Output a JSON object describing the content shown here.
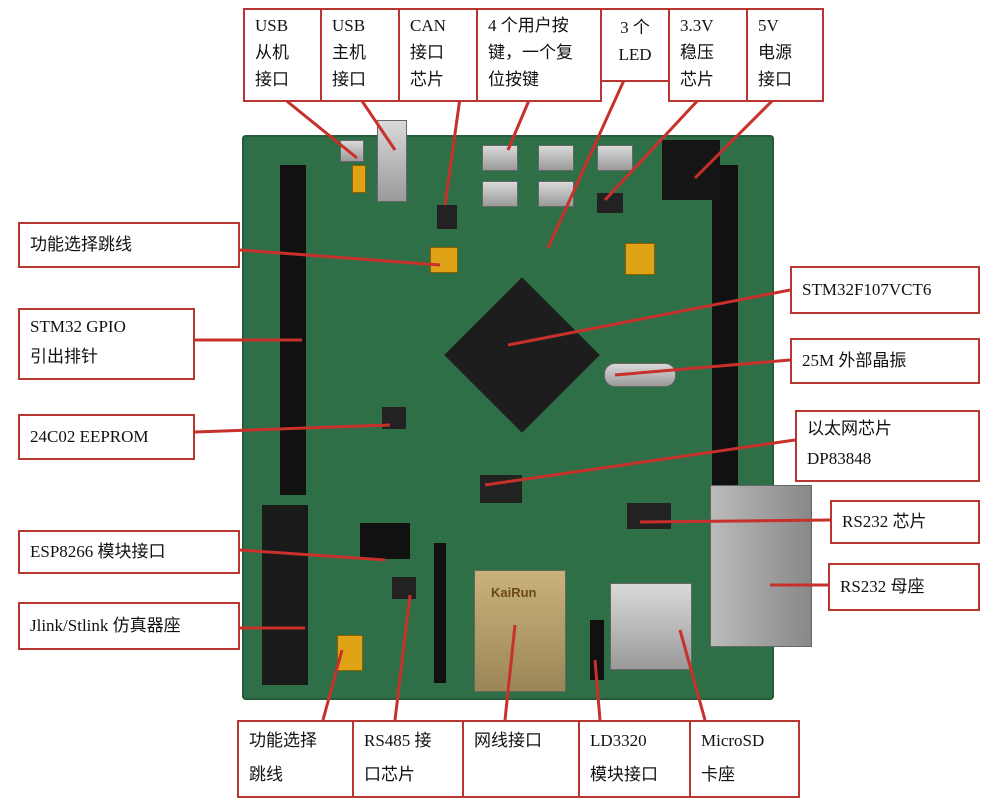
{
  "labels": {
    "usb_slave": [
      "USB",
      "从机",
      "接口"
    ],
    "usb_host": [
      "USB",
      "主机",
      "接口"
    ],
    "can_chip": [
      "CAN",
      "接口",
      "芯片"
    ],
    "user_keys": [
      "4 个用户按",
      "键，一个复",
      "位按键"
    ],
    "leds": [
      "3 个",
      "LED"
    ],
    "reg_33": [
      "3.3V",
      "稳压",
      "芯片"
    ],
    "power_5v": [
      "5V",
      "电源",
      "接口"
    ],
    "func_jumper_top": "功能选择跳线",
    "gpio_header": [
      "STM32 GPIO",
      "引出排针"
    ],
    "mcu": "STM32F107VCT6",
    "crystal": "25M 外部晶振",
    "eeprom": "24C02 EEPROM",
    "ethernet_chip": [
      "以太网芯片",
      "DP83848"
    ],
    "rs232_chip": "RS232 芯片",
    "esp8266": "ESP8266 模块接口",
    "rs232_socket": "RS232 母座",
    "jlink": "Jlink/Stlink 仿真器座",
    "func_jumper_bottom": [
      "功能选择",
      "跳线"
    ],
    "rs485": [
      "RS485  接",
      "口芯片"
    ],
    "rj45": "网线接口",
    "ld3320": [
      "LD3320",
      "模块接口"
    ],
    "microsd": [
      "MicroSD",
      "卡座"
    ]
  },
  "board_text": {
    "rj45_brand": "KaiRun"
  },
  "colors": {
    "board": "#2f6f47",
    "callout_border": "#b9352f",
    "leader_line": "#c8302b"
  }
}
